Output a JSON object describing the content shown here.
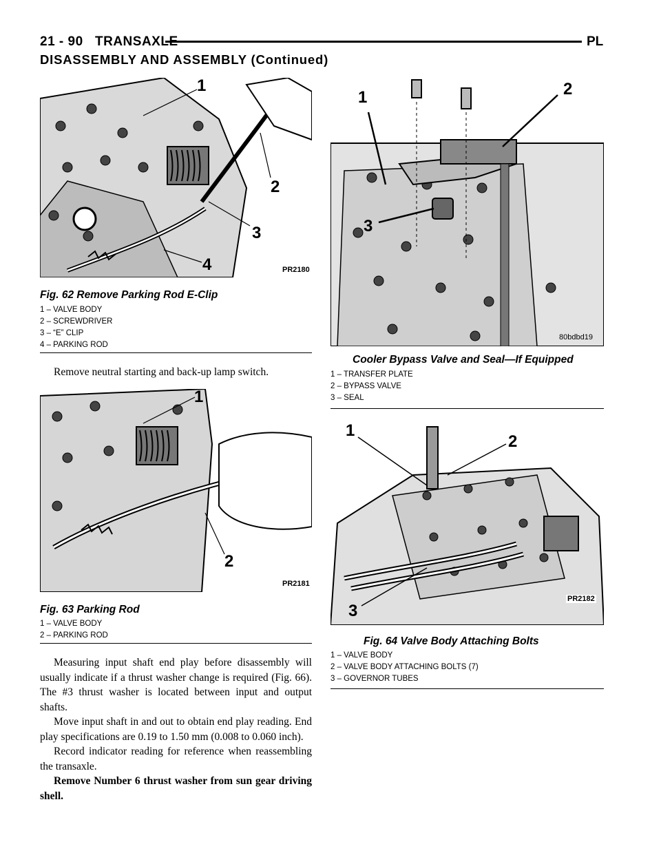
{
  "header": {
    "page": "21 - 90",
    "section": "TRANSAXLE",
    "code": "PL"
  },
  "section_title": "DISASSEMBLY AND ASSEMBLY (Continued)",
  "fig62": {
    "code": "PR2180",
    "caption": "Fig. 62 Remove Parking Rod E-Clip",
    "callouts": [
      "1",
      "2",
      "3",
      "4"
    ],
    "legend": [
      "1 – VALVE BODY",
      "2 – SCREWDRIVER",
      "3 – “E” CLIP",
      "4 – PARKING ROD"
    ]
  },
  "para_remove_switch": "Remove neutral starting and back-up lamp switch.",
  "fig63": {
    "code": "PR2181",
    "caption": "Fig. 63 Parking Rod",
    "callouts": [
      "1",
      "2"
    ],
    "legend": [
      "1 – VALVE BODY",
      "2 – PARKING ROD"
    ]
  },
  "paragraphs": [
    "Measuring input shaft end play before disassembly will usually indicate if a thrust washer change is required (Fig. 66). The #3 thrust washer is located between input and output shafts.",
    "Move input shaft in and out to obtain end play reading. End play specifications are 0.19 to 1.50 mm (0.008 to 0.060 inch).",
    "Record indicator reading for reference when reassembling the transaxle.",
    "Remove Number 6 thrust washer from sun gear driving shell."
  ],
  "fig_cooler": {
    "code": "80bdbd19",
    "caption": "Cooler Bypass Valve and Seal—If Equipped",
    "callouts": [
      "1",
      "2",
      "3"
    ],
    "legend": [
      "1 – TRANSFER PLATE",
      "2 – BYPASS VALVE",
      "3 – SEAL"
    ]
  },
  "fig64": {
    "code": "PR2182",
    "caption": "Fig. 64 Valve Body Attaching Bolts",
    "callouts": [
      "1",
      "2",
      "3"
    ],
    "legend": [
      "1 – VALVE BODY",
      "2 – VALVE BODY ATTACHING BOLTS (7)",
      "3 – GOVERNOR TUBES"
    ]
  }
}
